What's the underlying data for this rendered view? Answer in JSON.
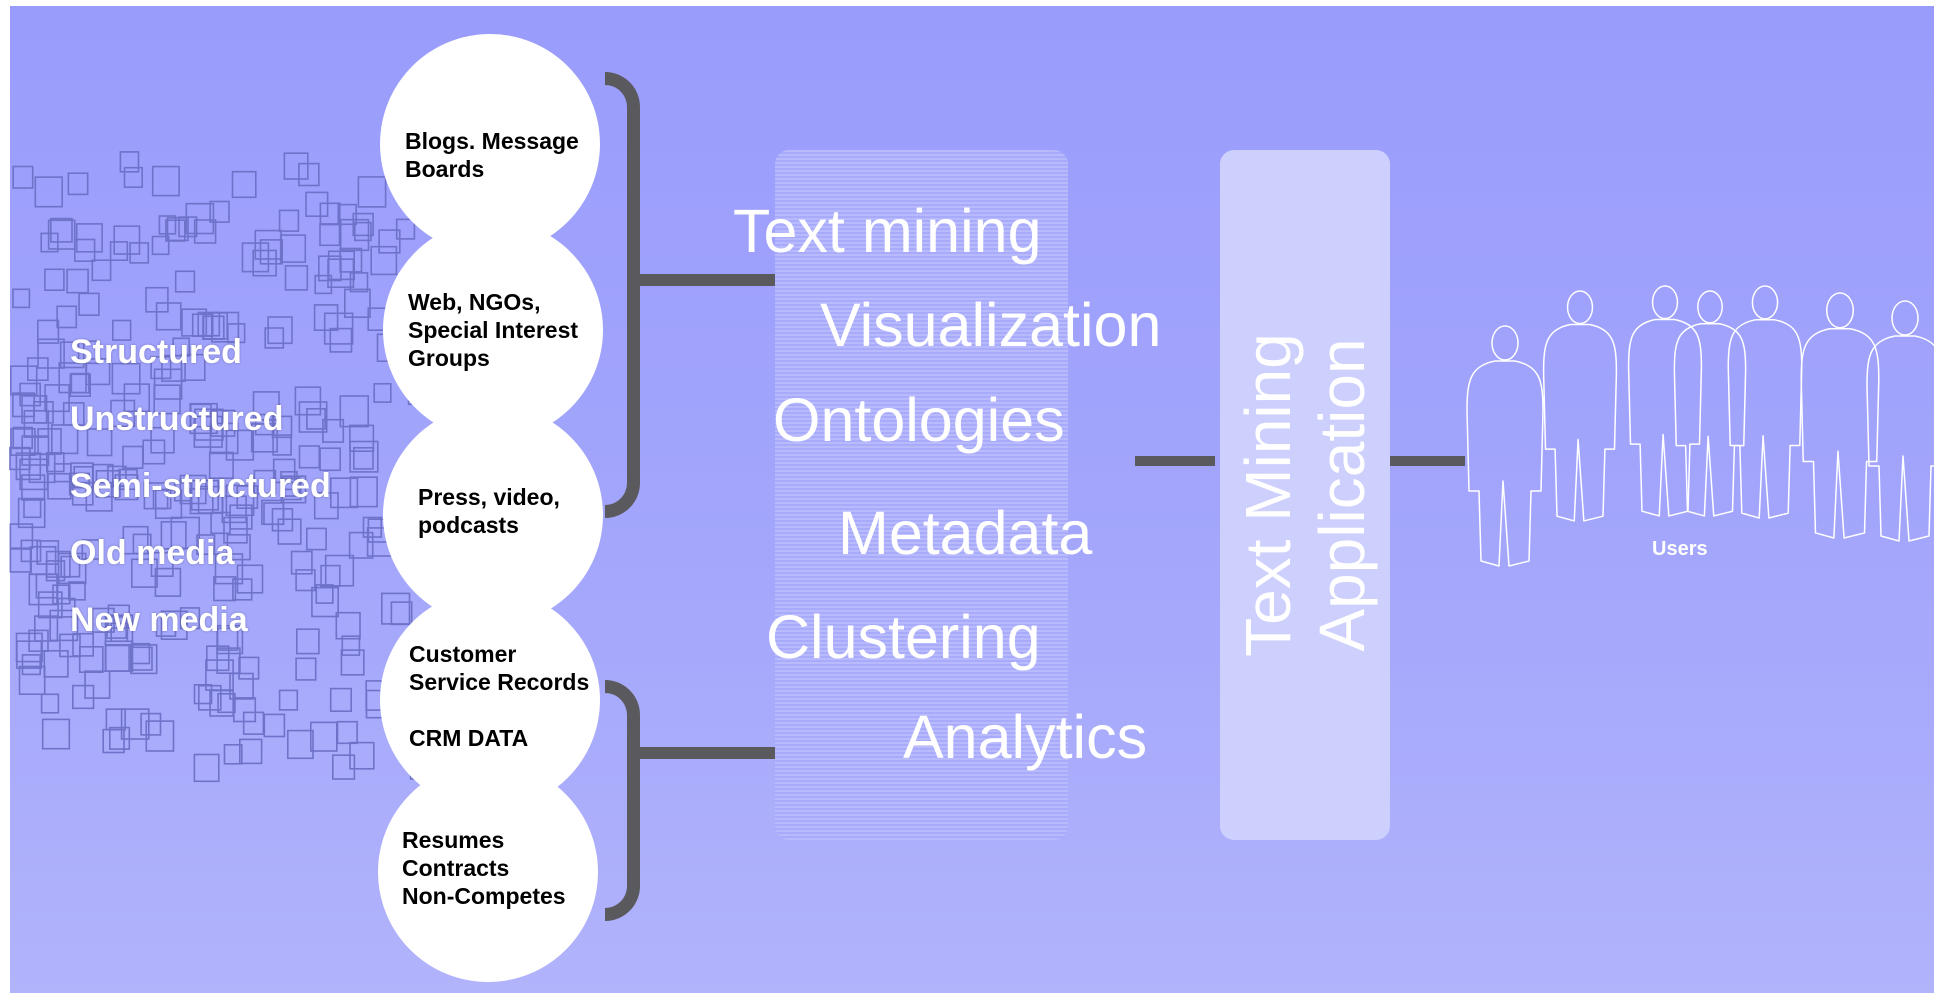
{
  "data_types": [
    "Structured",
    "Unstructured",
    "Semi-structured",
    "Old media",
    "New media"
  ],
  "sources": [
    {
      "lines": [
        "Blogs. Message",
        "Boards"
      ]
    },
    {
      "lines": [
        "Web, NGOs,",
        "Special Interest",
        "Groups"
      ]
    },
    {
      "lines": [
        "Press, video,",
        "podcasts"
      ]
    },
    {
      "lines": [
        "Customer",
        "Service Records",
        "",
        "CRM DATA"
      ]
    },
    {
      "lines": [
        "Resumes",
        "Contracts",
        "Non-Competes"
      ]
    }
  ],
  "process_steps": [
    "Text mining",
    "Visualization",
    "Ontologies",
    "Metadata",
    "Clustering",
    "Analytics"
  ],
  "application": {
    "line1": "Text Mining",
    "line2": "Application"
  },
  "users_label": "Users",
  "colors": {
    "background": "#9a9cfc",
    "connector": "#5a5a5e",
    "square_outline": "#6e72c8",
    "text_light": "#ffffff",
    "people_outline": "#ffffff"
  },
  "icons": [
    "document-squares-icon",
    "people-silhouettes-icon"
  ]
}
